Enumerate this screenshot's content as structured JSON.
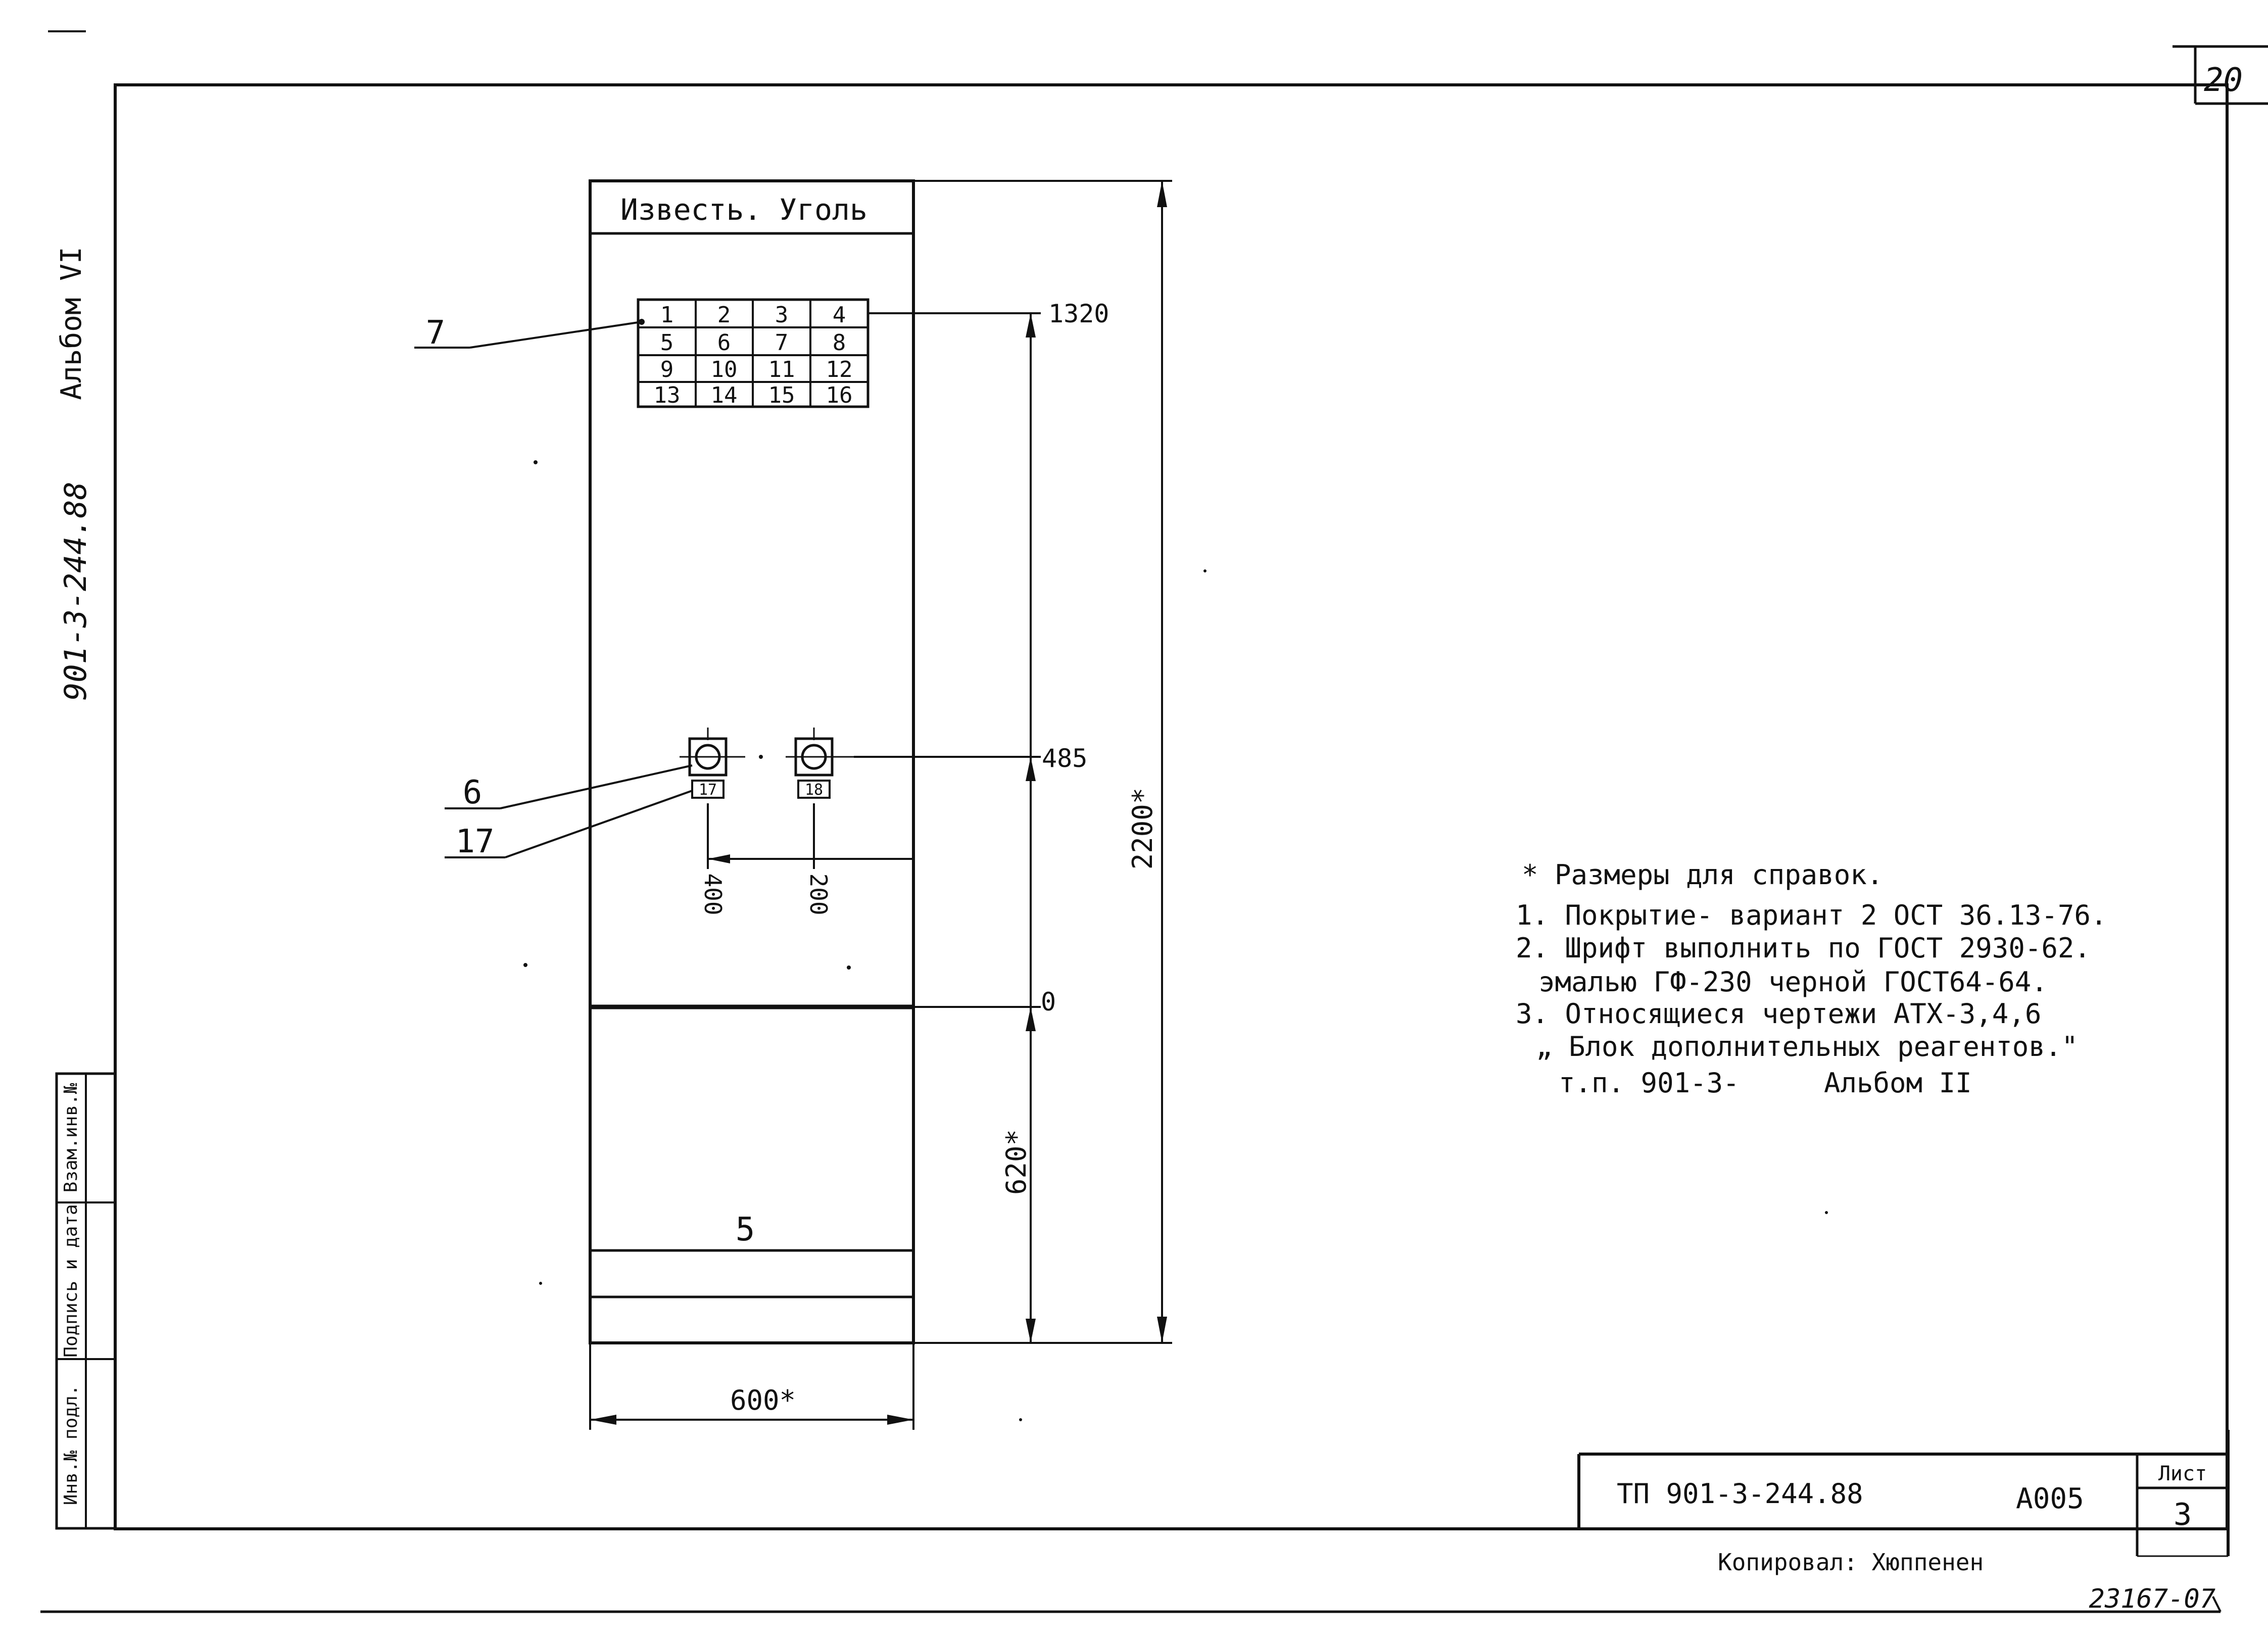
{
  "sheet": {
    "corner_number": "20",
    "album_label": "Альбом VI",
    "project_code_side": "901-3-244.88",
    "stamp_labels": [
      "Инв.№ подл.",
      "Подпись и дата",
      "Взам.инв.№"
    ]
  },
  "panel": {
    "header_label": "Известь. Уголь",
    "label_grid": [
      "1",
      "2",
      "3",
      "4",
      "5",
      "6",
      "7",
      "8",
      "9",
      "10",
      "11",
      "12",
      "13",
      "14",
      "15",
      "16"
    ],
    "lamp_tags": [
      "17",
      "18"
    ],
    "base_label": "5"
  },
  "callouts": {
    "grid": "7",
    "lamp": "6",
    "tag": "17"
  },
  "dimensions": {
    "level_top": "1320",
    "level_mid": "485",
    "level_zero": "0",
    "total_height": "2200*",
    "base_height": "620*",
    "width": "600*",
    "offset_400": "400",
    "offset_200": "200"
  },
  "notes": [
    "* Размеры для справок.",
    "1. Покрытие- вариант 2 ОСТ 36.13-76.",
    "2. Шрифт выполнить по ГОСТ 2930-62.",
    "эмалью ГФ-230 черной ГОСТ64-64.",
    "3. Относящиеся чертежи АТХ-3,4,6",
    "„ Блок дополнительных реагентов.\"",
    "т.п. 901-3-",
    "Альбом II"
  ],
  "title_block": {
    "code": "ТП 901-3-244.88",
    "sheet_code": "А005",
    "sheet_label": "Лист",
    "sheet_number": "3",
    "copied_by": "Копировал: Хюппенен",
    "doc_number": "23167-07"
  }
}
